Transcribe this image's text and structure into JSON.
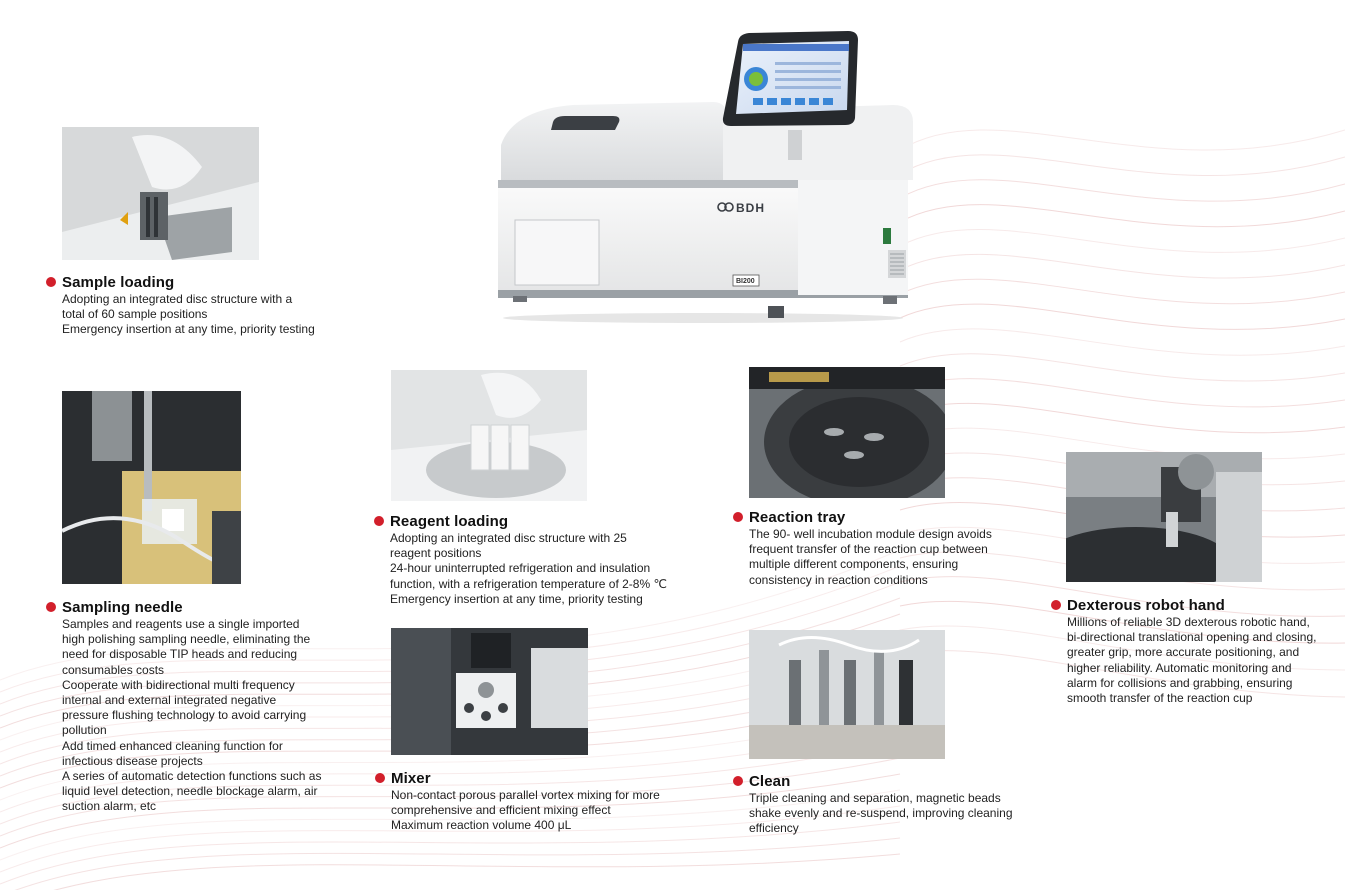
{
  "colors": {
    "accent_dot": "#d21f2b",
    "background": "#ffffff",
    "wave_lines": "#e9c3c3"
  },
  "product": {
    "brand": "BDH",
    "model": "BI200"
  },
  "features": [
    {
      "title": "Sample loading",
      "lines": [
        "Adopting an integrated disc structure with a",
        "total of 60 sample positions",
        "Emergency insertion at any time, priority testing"
      ]
    },
    {
      "title": "Sampling needle",
      "lines": [
        "Samples and reagents use a single imported",
        "high polishing sampling needle, eliminating the",
        "need for disposable TIP heads and reducing",
        "consumables costs",
        "Cooperate with bidirectional multi frequency",
        "internal and external integrated negative",
        "pressure flushing technology to avoid carrying",
        "pollution",
        "Add timed enhanced cleaning function for",
        "infectious disease projects",
        "A series of automatic detection functions such as",
        "liquid level detection, needle blockage alarm, air",
        "suction alarm, etc"
      ]
    },
    {
      "title": "Reagent loading",
      "lines": [
        "Adopting an integrated disc structure with 25",
        "reagent positions",
        "24-hour uninterrupted refrigeration and insulation",
        "function, with a refrigeration temperature of 2-8% ℃",
        "Emergency insertion at any time, priority testing"
      ]
    },
    {
      "title": "Mixer",
      "lines": [
        "Non-contact porous parallel vortex mixing for more",
        "comprehensive and efficient mixing effect",
        "Maximum reaction volume 400 μL"
      ]
    },
    {
      "title": "Reaction tray",
      "lines": [
        "The 90- well incubation module design avoids",
        "frequent transfer of the reaction cup between",
        "multiple different components, ensuring",
        "consistency in reaction conditions"
      ]
    },
    {
      "title": "Clean",
      "lines": [
        "Triple cleaning and separation, magnetic beads",
        "shake evenly and re-suspend, improving cleaning",
        "efficiency"
      ]
    },
    {
      "title": "Dexterous robot hand",
      "lines": [
        "Millions of reliable 3D dexterous robotic hand,",
        "bi-directional translational opening and closing,",
        "greater grip, more accurate positioning, and",
        "higher reliability. Automatic monitoring and",
        "alarm for collisions and grabbing, ensuring",
        "smooth transfer of the reaction cup"
      ]
    }
  ]
}
